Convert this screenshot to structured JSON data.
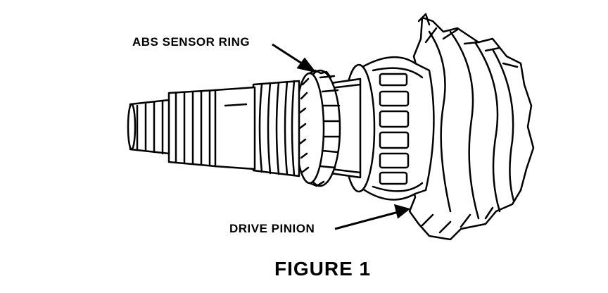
{
  "figure": {
    "caption": "FIGURE 1",
    "callouts": {
      "abs_sensor_ring": "ABS SENSOR RING",
      "drive_pinion": "DRIVE PINION"
    },
    "colors": {
      "ink": "#000000",
      "paper": "#ffffff"
    }
  }
}
